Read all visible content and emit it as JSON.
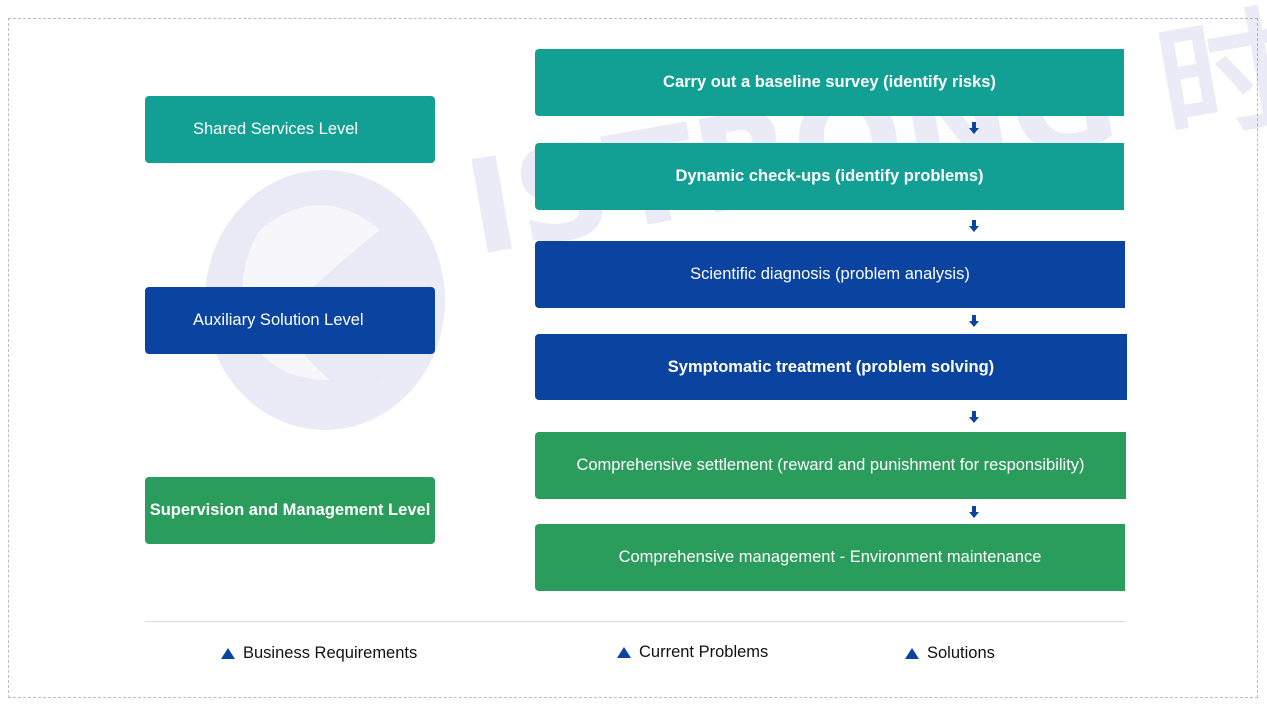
{
  "watermark": {
    "text": "ISTRONG 时创科技"
  },
  "levels": [
    {
      "label": "Shared Services Level",
      "color": "#13a094"
    },
    {
      "label": "Auxiliary Solution Level",
      "color": "#0a43a0"
    },
    {
      "label": "Supervision and Management Level",
      "color": "#2a9c5c"
    }
  ],
  "steps": [
    {
      "label": "Carry out a baseline survey (identify risks)",
      "color": "#13a094"
    },
    {
      "label": "Dynamic check-ups (identify problems)",
      "color": "#13a094"
    },
    {
      "label": "Scientific diagnosis (problem analysis)",
      "color": "#0a43a0"
    },
    {
      "label": "Symptomatic treatment (problem solving)",
      "color": "#0a43a0"
    },
    {
      "label": "Comprehensive settlement (reward and punishment for responsibility)",
      "color": "#2a9c5c"
    },
    {
      "label": "Comprehensive management - Environment maintenance",
      "color": "#2a9c5c"
    }
  ],
  "legend": [
    {
      "label": "Business Requirements"
    },
    {
      "label": "Current Problems"
    },
    {
      "label": "Solutions"
    }
  ],
  "arrow_icon": "arrow-down-icon"
}
